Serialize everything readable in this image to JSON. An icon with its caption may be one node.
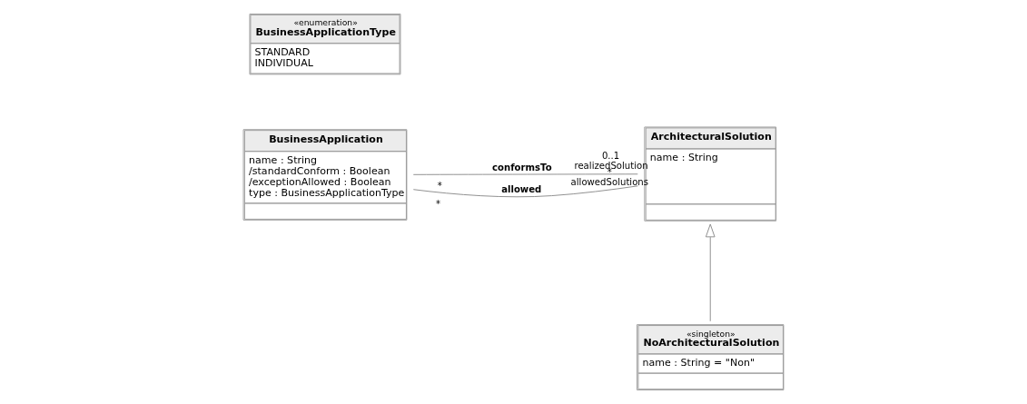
{
  "diagram": {
    "nodes": [
      {
        "text": [
          "BusinessApplication",
          "name : String",
          "/standardConform : Boolean",
          "/exceptionAllowed : Boolean",
          "type : BusinessApplicationType"
        ]
      },
      {
        "text": [
          "ArchitecturalSolution",
          "name : String"
        ]
      },
      {
        "text": [
          "«enumeration»",
          "BusinessApplicationType",
          "STANDARD",
          "INDIVIDUAL"
        ]
      },
      {
        "text": [
          "«singleton»",
          "NoArchitecturalSolution",
          "name : String = \"Non\""
        ]
      }
    ],
    "edges": [
      {
        "from": 0,
        "to": 1,
        "arrow": "none",
        "label": "conformsTo"
      },
      {
        "from": 0,
        "to": 1,
        "arrow": "none",
        "label": "allowed"
      },
      {
        "from": 3,
        "to": 1,
        "arrow": "to"
      }
    ],
    "labels": [
      "*",
      "0..1",
      "realizedSolution",
      "*",
      "*",
      "allowedSolutions"
    ]
  }
}
